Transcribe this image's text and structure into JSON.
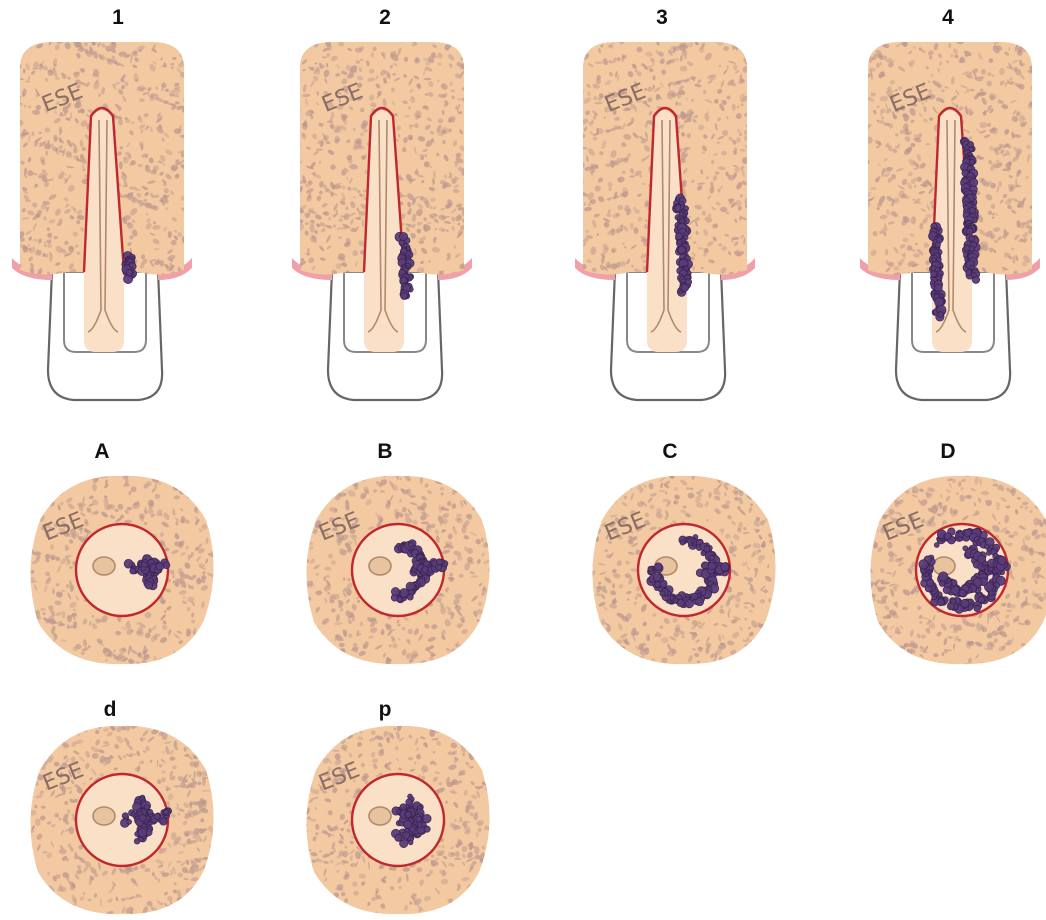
{
  "figure": {
    "longitudinal_panels": [
      {
        "label": "1",
        "bone_label": "ESE",
        "stage": 1
      },
      {
        "label": "2",
        "bone_label": "ESE",
        "stage": 2
      },
      {
        "label": "3",
        "bone_label": "ESE",
        "stage": 3
      },
      {
        "label": "4",
        "bone_label": "ESE",
        "stage": 4
      }
    ],
    "cross_section_panels": [
      {
        "label": "A",
        "bone_label": "ESE",
        "pattern": "A"
      },
      {
        "label": "B",
        "bone_label": "ESE",
        "pattern": "B"
      },
      {
        "label": "C",
        "bone_label": "ESE",
        "pattern": "C"
      },
      {
        "label": "D",
        "bone_label": "ESE",
        "pattern": "D"
      },
      {
        "label": "d",
        "bone_label": "ESE",
        "pattern": "d"
      },
      {
        "label": "p",
        "bone_label": "ESE",
        "pattern": "p"
      }
    ],
    "colors": {
      "bone": "#f2c9a0",
      "bone_speckle": "#b9958e",
      "dentin": "#fbe0c8",
      "root_outline": "#c0282e",
      "gum": "#f0a0a8",
      "crown": "#ffffff",
      "crown_outline": "#666666",
      "canal_outline": "#b08a6a",
      "lesion": "#5a3d78",
      "lesion_outline": "#3a2352"
    }
  }
}
